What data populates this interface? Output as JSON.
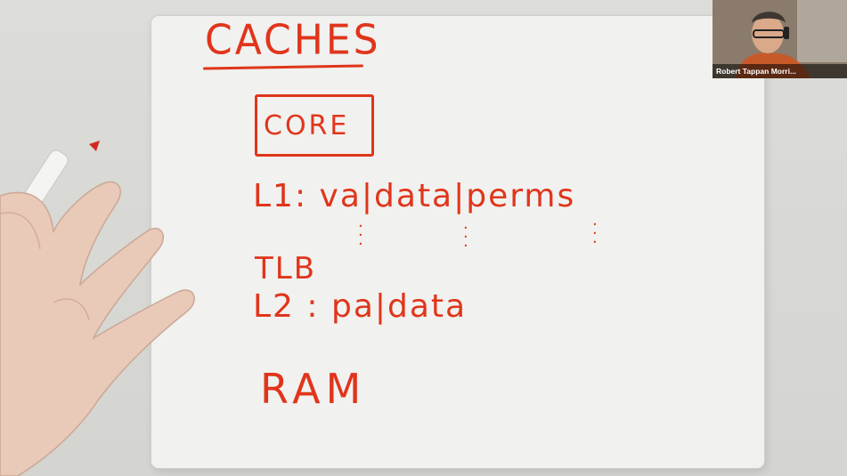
{
  "whiteboard": {
    "title": "CACHES",
    "core_label": "CORE",
    "l1_line": "L1: va|data|perms",
    "tlb_label": "TLB",
    "l2_line": "L2 : pa|data",
    "ram_label": "RAM",
    "ink_color": "#e0351b"
  },
  "participant": {
    "name": "Robert Tappan Morri...",
    "video_icon": "presenter-video"
  }
}
